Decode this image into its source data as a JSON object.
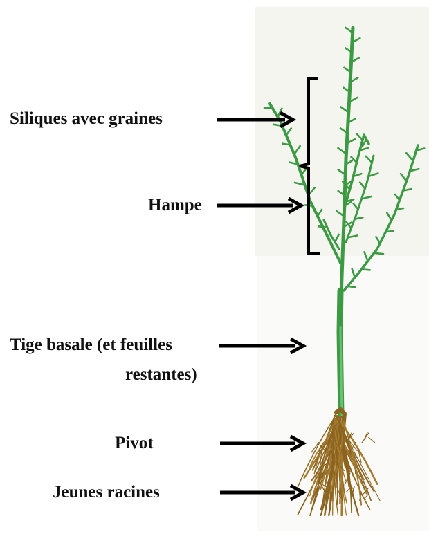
{
  "labels": {
    "siliques": "Siliques avec graines",
    "hampe": "Hampe",
    "tige_line1": "Tige basale (et feuilles",
    "tige_line2": "restantes)",
    "pivot": "Pivot",
    "jeunes_racines": "Jeunes racines"
  },
  "colors": {
    "stem": "#3c9a43",
    "stem_dark": "#2a7a33",
    "root": "#8a6420",
    "root_light": "#a57a2c",
    "annotation": "#000000",
    "backdrop": "#f4f5ef"
  }
}
